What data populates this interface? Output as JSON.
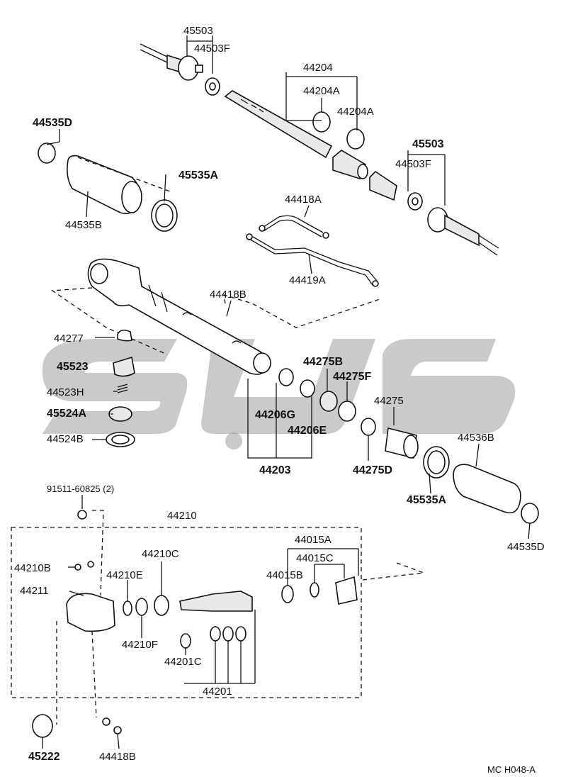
{
  "labels": {
    "p45503_top": "45503",
    "p44503F_top": "44503F",
    "p44204": "44204",
    "p44204A_1": "44204A",
    "p44204A_2": "44204A",
    "p44535D_top": "44535D",
    "p45535A_top": "45535A",
    "p44535B": "44535B",
    "p45503_right": "45503",
    "p44503F_right": "44503F",
    "p44418A": "44418A",
    "p44419A": "44419A",
    "p44418B_mid": "44418B",
    "p44277": "44277",
    "p45523": "45523",
    "p44523H": "44523H",
    "p45524A": "45524A",
    "p44524B": "44524B",
    "p44275B": "44275B",
    "p44275F": "44275F",
    "p44275": "44275",
    "p44206G": "44206G",
    "p44206E": "44206E",
    "p44203": "44203",
    "p44275D": "44275D",
    "p44536B": "44536B",
    "p45535A_bottom": "45535A",
    "p44535D_bottom": "44535D",
    "p91511": "91511-60825 (2)",
    "p44210": "44210",
    "p44210C": "44210C",
    "p44015A": "44015A",
    "p44015C": "44015C",
    "p44015B": "44015B",
    "p44210B": "44210B",
    "p44210E": "44210E",
    "p44211": "44211",
    "p44210F": "44210F",
    "p44201C": "44201C",
    "p44201": "44201",
    "p45222": "45222",
    "p44418B_bottom": "44418B",
    "drawing_code": "MC  H048-A"
  },
  "colors": {
    "ink": "#111111",
    "watermark": "#8a8a8a"
  }
}
